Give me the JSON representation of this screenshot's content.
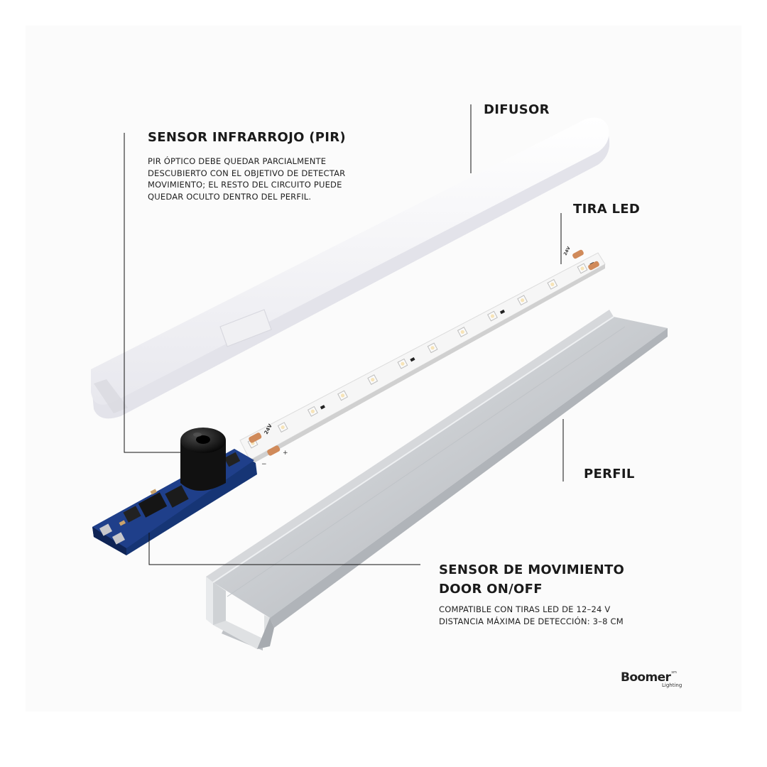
{
  "labels": {
    "difusor": "DIFUSOR",
    "tira_led": "TIRA LED",
    "perfil": "PERFIL",
    "sensor_pir_title": "SENSOR INFRARROJO (PIR)",
    "sensor_pir_desc": [
      "PIR ÓPTICO DEBE QUEDAR PARCIALMENTE",
      "DESCUBIERTO CON EL OBJETIVO DE DETECTAR",
      "MOVIMIENTO; EL RESTO DEL CIRCUITO PUEDE",
      "QUEDAR OCULTO DENTRO DEL PERFIL."
    ],
    "sensor_mov_title": [
      "SENSOR DE MOVIMIENTO",
      "DOOR ON/OFF"
    ],
    "sensor_mov_desc": [
      "COMPATIBLE CON TIRAS LED DE 12–24 V",
      "DISTANCIA MÁXIMA DE DETECCIÓN: 3–8 CM"
    ]
  },
  "strip_markings": {
    "voltage": "24V",
    "plus": "+",
    "minus": "−"
  },
  "brand": {
    "name": "Boomer",
    "tm": "sm",
    "sub": "Lighting"
  },
  "colors": {
    "pcb": "#1f3f8a",
    "aluminum": "#c9ccd0",
    "diffuser": "#f3f3f6",
    "led_warm": "#f7e4b8"
  }
}
